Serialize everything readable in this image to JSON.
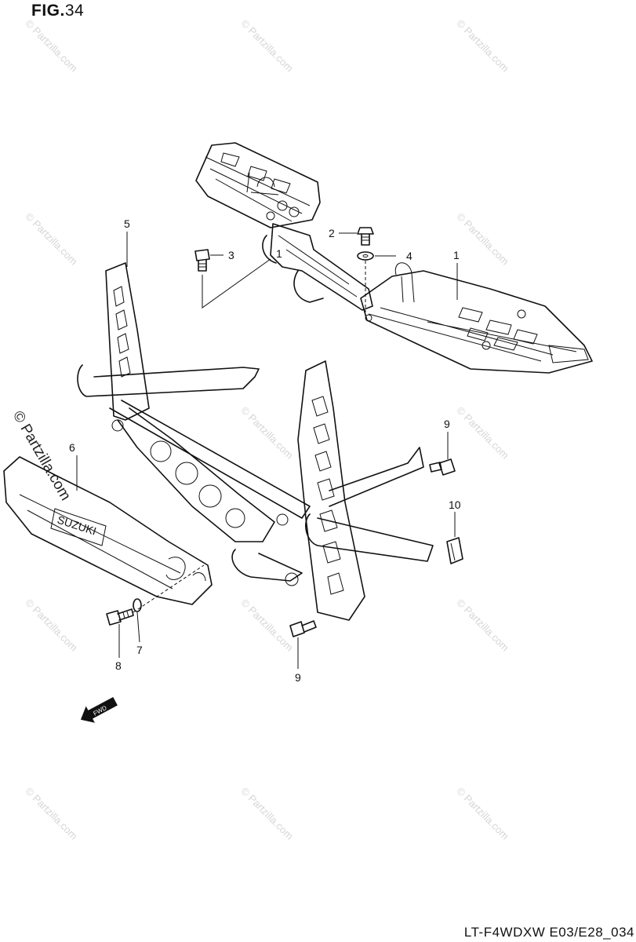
{
  "figure": {
    "title_prefix": "FIG.",
    "title_number": "34",
    "model_code": "LT-F4WDXW E03/E28_034"
  },
  "watermark": {
    "text": "© Partzilla.com"
  },
  "callouts": {
    "p1a": "1",
    "p1b": "1",
    "p2": "2",
    "p3": "3",
    "p4": "4",
    "p5": "5",
    "p6": "6",
    "p7": "7",
    "p8": "8",
    "p9a": "9",
    "p9b": "9",
    "p10": "10"
  },
  "parts": [
    {
      "ref": "1",
      "name": "footrest-bracket"
    },
    {
      "ref": "2",
      "name": "bolt"
    },
    {
      "ref": "3",
      "name": "bolt"
    },
    {
      "ref": "4",
      "name": "washer"
    },
    {
      "ref": "5",
      "name": "side-frame"
    },
    {
      "ref": "6",
      "name": "guard"
    },
    {
      "ref": "7",
      "name": "washer"
    },
    {
      "ref": "8",
      "name": "bolt"
    },
    {
      "ref": "9",
      "name": "bolt"
    },
    {
      "ref": "10",
      "name": "cushion"
    }
  ],
  "front_arrow_label": "FWD",
  "guard_brand": "SUZUKI"
}
